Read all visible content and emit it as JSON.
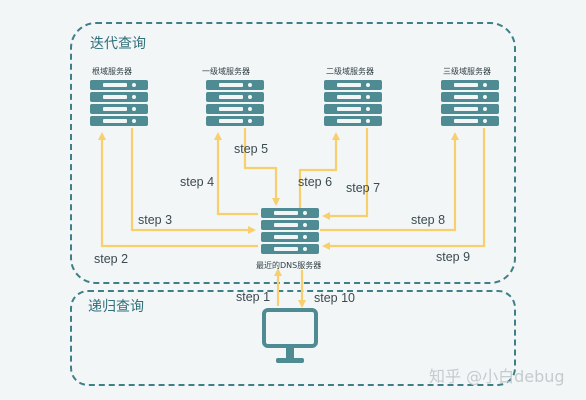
{
  "regions": {
    "iterative": "迭代查询",
    "recursive": "递归查询"
  },
  "servers": {
    "root": "根域服务器",
    "level1": "一级域服务器",
    "level2": "二级域服务器",
    "level3": "三级域服务器",
    "local": "最近的DNS服务器"
  },
  "steps": {
    "s1": "step 1",
    "s2": "step 2",
    "s3": "step 3",
    "s4": "step 4",
    "s5": "step 5",
    "s6": "step 6",
    "s7": "step 7",
    "s8": "step 8",
    "s9": "step 9",
    "s10": "step 10"
  },
  "watermark": "知乎 @小白debug",
  "colors": {
    "teal": "#4e8b93",
    "arrow": "#f7cf6d",
    "border": "#3e7f88"
  }
}
